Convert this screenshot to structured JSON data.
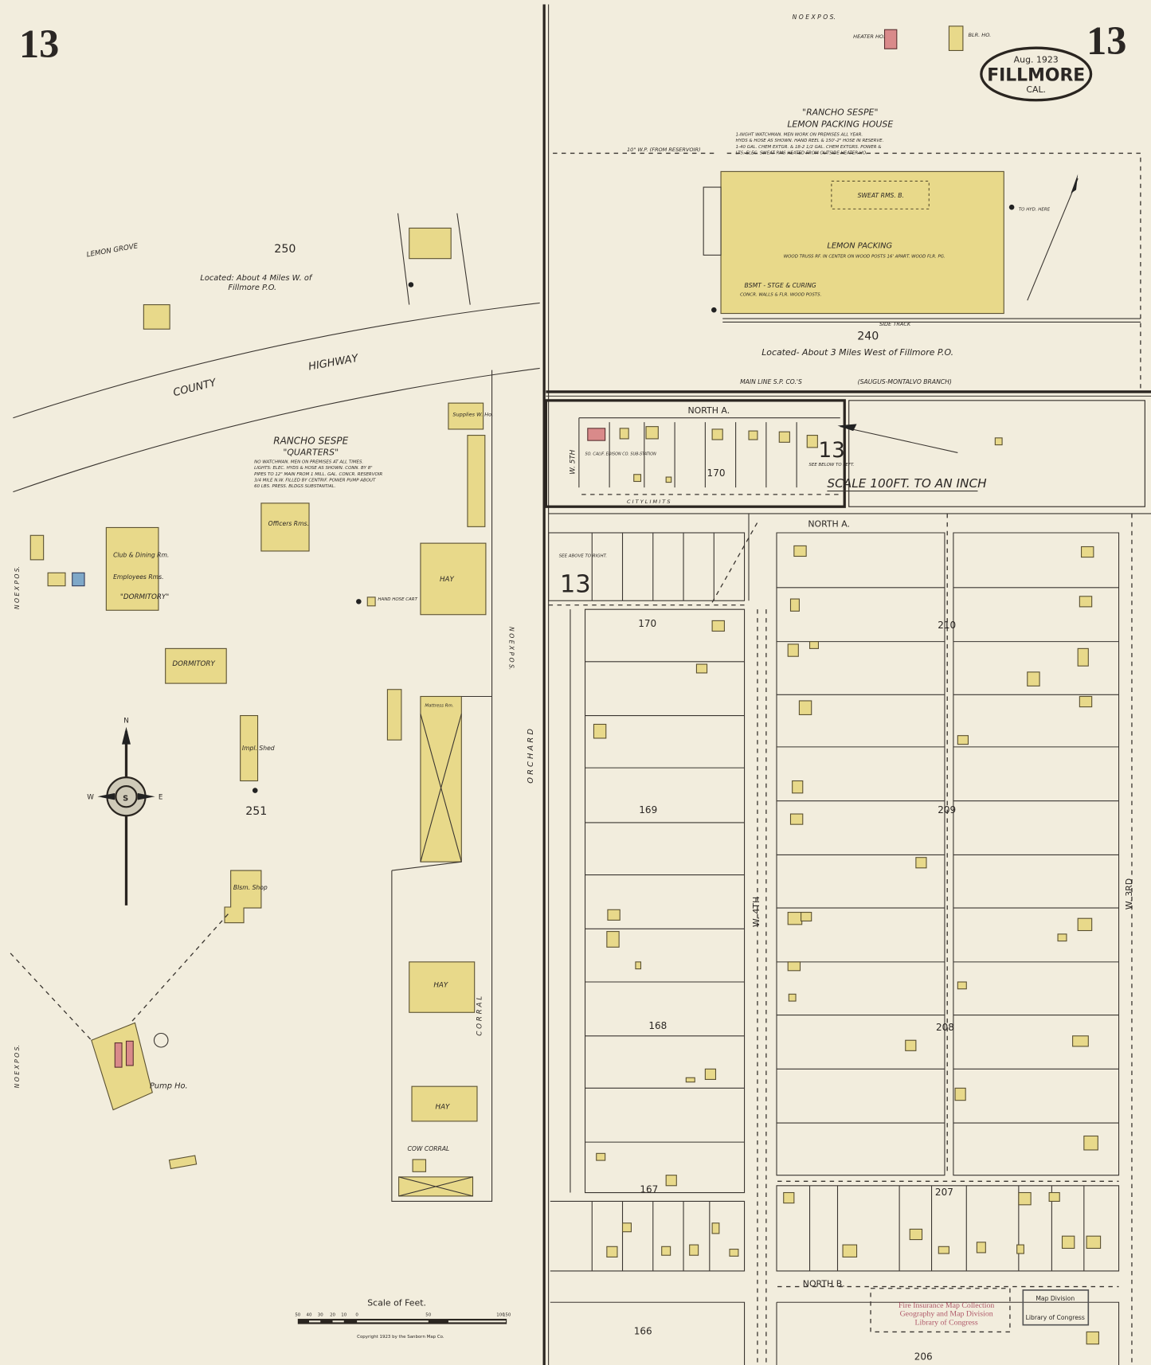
{
  "sheet": {
    "page_number": "13",
    "title_date": "Aug. 1923",
    "title_city": "FILLMORE",
    "title_state": "CAL."
  },
  "packing_house": {
    "title1": "\"RANCHO SESPE\"",
    "title2": "LEMON PACKING HOUSE",
    "notes": [
      "1-NIGHT WATCHMAN. MEN WORK ON PREMISES ALL YEAR.",
      "HYDS & HOSE AS SHOWN. HAND REEL & 150'-2\" HOSE IN RESERVE.",
      "1-40 GAL. CHEM EXTGR. & 18-2 1/2 GAL. CHEM EXTGRS. POWER &",
      "LTS: ELEC. SWEAT RMS HEATED FROM OUTSIDE HEATER HO."
    ],
    "building_label": "LEMON PACKING",
    "building_note": "WOOD TRUSS RF. IN CENTER ON WOOD POSTS 16' APART. WOOD FLR. PG.",
    "basement": "BSMT - STGE & CURING",
    "basement_note": "CONCR. WALLS & FLR. WOOD POSTS.",
    "sweat_rms": "SWEAT RMS. B.",
    "block": "240",
    "location": "Located- About 3 Miles West of Fillmore  P.O.",
    "railroad": "MAIN LINE  S.P. CO.'S",
    "railroad_branch": "(SAUGUS-MONTALVO BRANCH)",
    "side_track": "SIDE TRACK",
    "water_pipe": "10\" W.P. (FROM RESERVOIR)",
    "hyd_note": "TO HYD. HERE",
    "heater": "HEATER HO.",
    "blr": "BLR. HO.",
    "no_expos": "N O   E X P O S."
  },
  "quarters": {
    "lemon_grove": "LEMON   GROVE",
    "block_250": "250",
    "location": "Located: About 4 Miles W. of",
    "location2": "Fillmore P.O.",
    "road1": "COUNTY",
    "road2": "HIGHWAY",
    "title1": "RANCHO SESPE",
    "title2": "\"QUARTERS\"",
    "notes": [
      "NO WATCHMAN. MEN ON PREMISES AT ALL TIMES.",
      "LIGHTS: ELEC. HYDS & HOSE AS SHOWN. CONN. BY 8\"",
      "PIPES TO 12\" MAIN FROM 1 MILL. GAL. CONCR. RESERVOIR",
      "3/4 MILE N.W. FILLED BY CENTRIF. POWER PUMP ABOUT",
      "60 LBS. PRESS. BLDGS SUBSTANTIAL."
    ],
    "block_251": "251",
    "buildings": {
      "officers": "Officers Rms.",
      "club": "Club & Dining Rm.",
      "employees": "Employees Rms.",
      "dormitory1": "\"DORMITORY\"",
      "dormitory2": "DORMITORY",
      "impl_shed": "Impl. Shed",
      "blsm_shop": "Blsm. Shop",
      "pump_ho": "Pump Ho.",
      "hay1": "HAY",
      "hay2": "HAY",
      "hay3": "HAY",
      "supplies": "Supplies W. Ho.",
      "mattress": "Mattress Rm.",
      "cow_corral": "COW CORRAL",
      "hand_hose": "HAND HOSE CART"
    },
    "orchard": "O R C H A R D",
    "corral": "C O R R A L",
    "no_expos": "N O   E X P O S."
  },
  "compass": {
    "n": "N",
    "s": "S",
    "e": "E",
    "w": "W"
  },
  "town": {
    "streets": {
      "north_a": "NORTH  A.",
      "north_a_inset": "NORTH  A.",
      "north_b": "NORTH  B.",
      "w4th": "W.  4TH",
      "w5th": "W. 5TH",
      "w3rd": "W.  3RD",
      "city_limits": "C I T Y    L I M I T S"
    },
    "inset_scale": "SCALE 100FT. TO AN INCH",
    "see_below": "SEE BELOW TO LEFT.",
    "see_above": "SEE ABOVE TO RIGHT.",
    "inset_page": "13",
    "substation": "SO. CALIF. EDISON CO. SUB-STATION",
    "blocks": [
      "170",
      "169",
      "168",
      "167",
      "166",
      "210",
      "209",
      "208",
      "207",
      "206",
      "170"
    ]
  },
  "scale_bar": {
    "title": "Scale of Feet.",
    "ticks": [
      "50",
      "40",
      "30",
      "20",
      "10",
      "0",
      "50",
      "100",
      "150"
    ],
    "copyright": "Copyright 1923 by the Sanborn Map Co."
  },
  "stamps": {
    "collection1": "Fire Insurance Map Collection",
    "collection2": "Geography and Map Division",
    "collection3": "Library of Congress",
    "box_top": "Map Division",
    "box_bottom": "Library of Congress"
  },
  "colors": {
    "paper": "#f2eddd",
    "frame_brick": "#e8d98a",
    "brick": "#d98a8a",
    "stone": "#7fa8c8"
  }
}
